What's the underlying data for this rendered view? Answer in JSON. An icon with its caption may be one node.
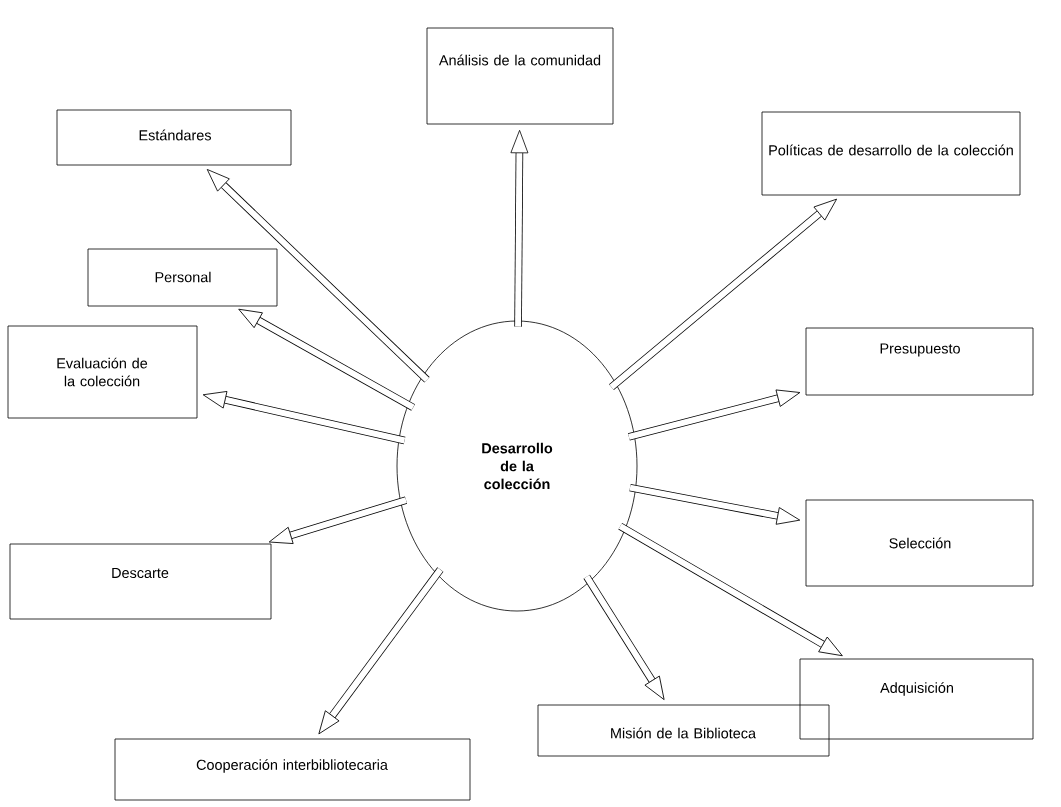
{
  "diagram": {
    "nodes": [
      {
        "text": [
          "Análisis de la comunidad"
        ]
      },
      {
        "text": [
          "Estándares"
        ]
      },
      {
        "text": [
          "Políticas de desarrollo de la colección"
        ]
      },
      {
        "text": [
          "Personal"
        ]
      },
      {
        "text": [
          "Evaluación de la colección"
        ]
      },
      {
        "text": [
          "Presupuesto"
        ]
      },
      {
        "text": [
          "**Desarrollo de la colección**"
        ]
      },
      {
        "text": [
          "Descarte"
        ]
      },
      {
        "text": [
          "Selección"
        ]
      },
      {
        "text": [
          "Adquisición"
        ]
      },
      {
        "text": [
          "Cooperación interbibliotecaria"
        ]
      },
      {
        "text": [
          "Misión de la Biblioteca"
        ]
      }
    ],
    "edges": [
      {
        "from": 6,
        "to": 0,
        "arrow": "to"
      },
      {
        "from": 6,
        "to": 1,
        "arrow": "to"
      },
      {
        "from": 6,
        "to": 2,
        "arrow": "to"
      },
      {
        "from": 6,
        "to": 3,
        "arrow": "to"
      },
      {
        "from": 6,
        "to": 4,
        "arrow": "to"
      },
      {
        "from": 6,
        "to": 5,
        "arrow": "to"
      },
      {
        "from": 6,
        "to": 7,
        "arrow": "to"
      },
      {
        "from": 6,
        "to": 8,
        "arrow": "to"
      },
      {
        "from": 6,
        "to": 9,
        "arrow": "to"
      },
      {
        "from": 6,
        "to": 10,
        "arrow": "to"
      },
      {
        "from": 6,
        "to": 11,
        "arrow": "to"
      }
    ]
  }
}
